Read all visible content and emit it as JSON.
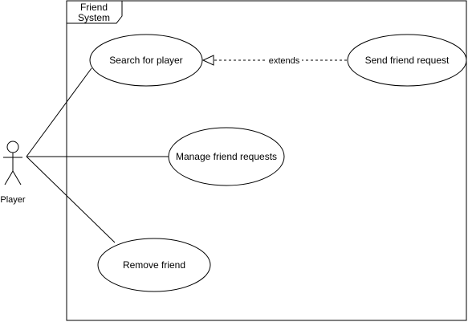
{
  "system": {
    "title_line1": "Friend",
    "title_line2": "System"
  },
  "actor": {
    "label": "Player"
  },
  "use_cases": {
    "search": "Search for player",
    "send": "Send friend request",
    "manage": "Manage friend requests",
    "remove": "Remove friend"
  },
  "relations": {
    "extends_label": "extends"
  },
  "colors": {
    "stroke": "#000000",
    "background": "#ffffff"
  }
}
